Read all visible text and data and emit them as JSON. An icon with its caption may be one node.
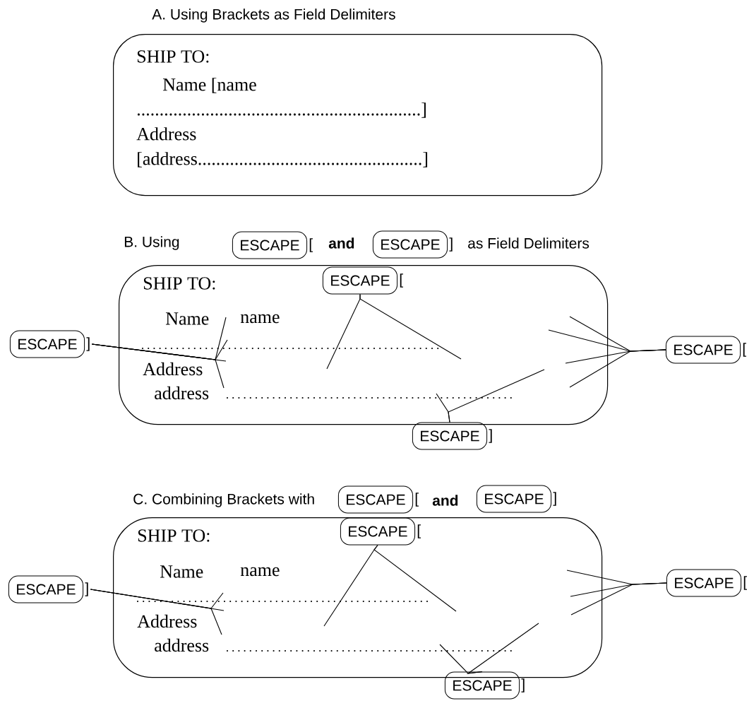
{
  "diagram": {
    "nodes": [
      {
        "text": [
          "SHIP TO:",
          "Name [name ..............................................................]",
          "Address [address.................................................]"
        ]
      },
      {
        "text": [
          "ESCAPE"
        ],
        "beside": [
          "["
        ]
      },
      {
        "text": [
          "ESCAPE"
        ],
        "beside": [
          "]"
        ]
      },
      {
        "text": [
          "SHIP TO:",
          "Name",
          "name",
          "Address",
          "address"
        ]
      },
      {
        "text": [
          "ESCAPE"
        ],
        "beside": [
          "["
        ],
        "in": 3
      },
      {
        "text": [
          "ESCAPE"
        ],
        "beside": [
          "]"
        ]
      },
      {
        "text": [
          "ESCAPE"
        ],
        "beside": [
          "["
        ]
      },
      {
        "text": [
          "ESCAPE"
        ],
        "beside": [
          "]"
        ]
      },
      {
        "text": [
          "ESCAPE"
        ],
        "beside": [
          "["
        ]
      },
      {
        "text": [
          "ESCAPE"
        ],
        "beside": [
          "]"
        ]
      },
      {
        "text": [
          "SHIP TO:",
          "Name",
          "name",
          "Address",
          "address"
        ]
      },
      {
        "text": [
          "ESCAPE"
        ],
        "beside": [
          "["
        ],
        "in": 10
      },
      {
        "text": [
          "ESCAPE"
        ],
        "beside": [
          "]"
        ]
      },
      {
        "text": [
          "ESCAPE"
        ],
        "beside": [
          "["
        ]
      },
      {
        "text": [
          "ESCAPE"
        ],
        "beside": [
          "]"
        ]
      }
    ],
    "edges": [
      {
        "from": 4,
        "to": null,
        "arrow": "none"
      },
      {
        "from": 4,
        "to": null,
        "arrow": "none"
      },
      {
        "from": 5,
        "to": null,
        "arrow": "none"
      },
      {
        "from": 5,
        "to": null,
        "arrow": "none"
      },
      {
        "from": 5,
        "to": null,
        "arrow": "none"
      },
      {
        "from": 5,
        "to": null,
        "arrow": "none"
      },
      {
        "from": 6,
        "to": null,
        "arrow": "none"
      },
      {
        "from": 6,
        "to": null,
        "arrow": "none"
      },
      {
        "from": 6,
        "to": null,
        "arrow": "none"
      },
      {
        "from": 6,
        "to": null,
        "arrow": "none"
      },
      {
        "from": 7,
        "to": null,
        "arrow": "none"
      },
      {
        "from": 7,
        "to": null,
        "arrow": "none"
      },
      {
        "from": 11,
        "to": null,
        "arrow": "none"
      },
      {
        "from": 11,
        "to": null,
        "arrow": "none"
      },
      {
        "from": 12,
        "to": null,
        "arrow": "none"
      },
      {
        "from": 12,
        "to": null,
        "arrow": "none"
      },
      {
        "from": 12,
        "to": null,
        "arrow": "none"
      },
      {
        "from": 13,
        "to": null,
        "arrow": "none"
      },
      {
        "from": 13,
        "to": null,
        "arrow": "none"
      },
      {
        "from": 13,
        "to": null,
        "arrow": "none"
      },
      {
        "from": 14,
        "to": null,
        "arrow": "none"
      },
      {
        "from": 14,
        "to": null,
        "arrow": "none"
      }
    ],
    "labels": [
      "A. Using Brackets as Field Delimiters",
      "B. Using",
      "and",
      "as Field Delimiters",
      "C. Combining Brackets with",
      "and"
    ]
  }
}
